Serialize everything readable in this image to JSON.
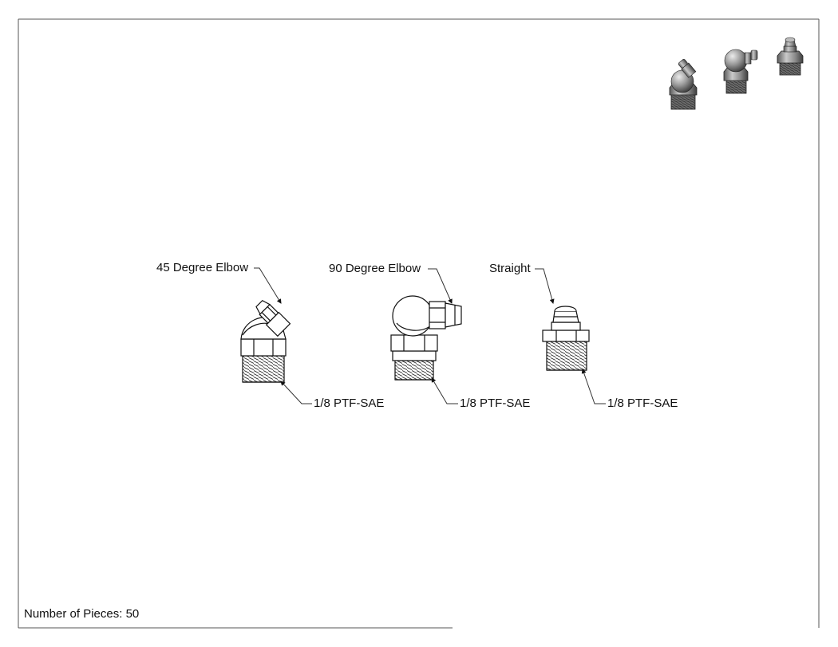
{
  "labels": {
    "elbow45": "45 Degree Elbow",
    "elbow90": "90 Degree Elbow",
    "straight": "Straight",
    "thread1": "1/8 PTF-SAE",
    "thread2": "1/8 PTF-SAE",
    "thread3": "1/8 PTF-SAE"
  },
  "pieces": {
    "label": "Number of Pieces:",
    "value": "50"
  }
}
